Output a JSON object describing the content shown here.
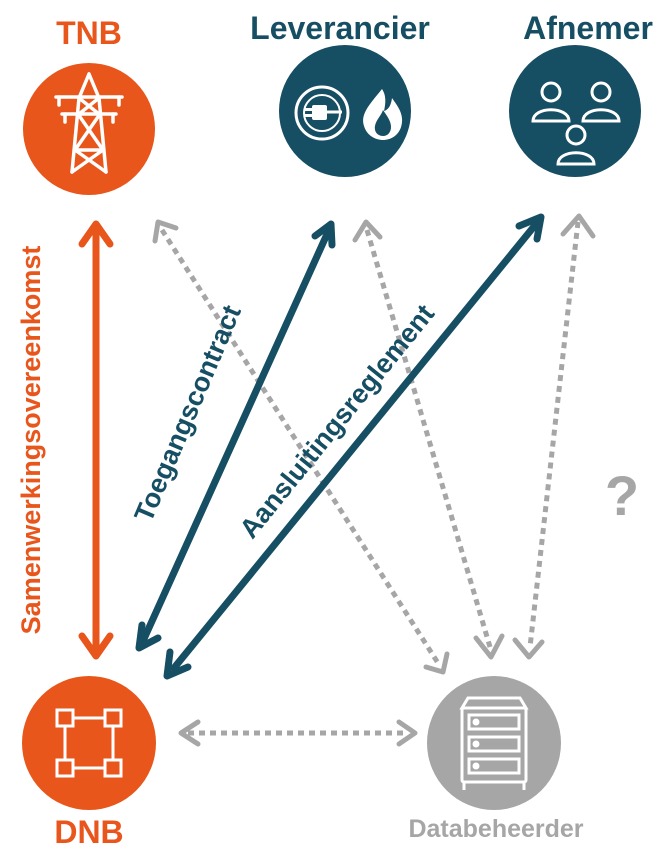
{
  "colors": {
    "orange": "#e8561c",
    "teal": "#164e63",
    "gray": "#a6a6a6",
    "white": "#ffffff"
  },
  "nodes": {
    "tnb": {
      "label": "TNB",
      "icon": "power-pylon-icon"
    },
    "leverancier": {
      "label": "Leverancier",
      "icon": "plug-and-flame-icon"
    },
    "afnemer": {
      "label": "Afnemer",
      "icon": "people-group-icon"
    },
    "dnb": {
      "label": "DNB",
      "icon": "grid-square-icon"
    },
    "databeheerder": {
      "label": "Databeheerder",
      "icon": "server-rack-icon"
    }
  },
  "relations": {
    "samenwerking": "Samenwerkingsovereenkomst",
    "toegang": "Toegangscontract",
    "aansluiting": "Aansluitingsreglement"
  },
  "unknown_mark": "?"
}
